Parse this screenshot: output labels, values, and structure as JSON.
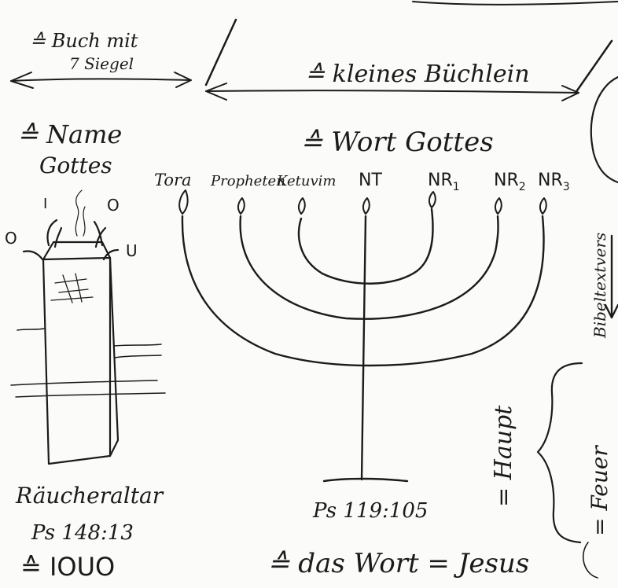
{
  "top": {
    "book_seals_line1": "≙ Buch mit",
    "book_seals_line2": "7 Siegel",
    "little_book": "≙ kleines Büchlein"
  },
  "left": {
    "name_of_god_line1": "≙ Name",
    "name_of_god_line2": "Gottes",
    "altar_label": "Räucheraltar",
    "altar_reference": "Ps 148:13",
    "altar_value": "≙ IOUO",
    "letters": [
      "I",
      "O",
      "O",
      "U"
    ]
  },
  "center": {
    "word_of_god": "≙ Wort Gottes",
    "branches": [
      "Tora",
      "Propheten",
      "Ketuvim",
      "NT",
      "NR",
      "NR",
      "NR"
    ],
    "branch_subscripts": [
      "",
      "",
      "",
      "",
      "1",
      "2",
      "3"
    ],
    "verse": "Ps 119:105",
    "word_is_jesus": "≙ das Wort = Jesus"
  },
  "right": {
    "bible_label": "Bibeltextvers",
    "head_label": "= Haupt",
    "fire_label": "= Feuer"
  }
}
